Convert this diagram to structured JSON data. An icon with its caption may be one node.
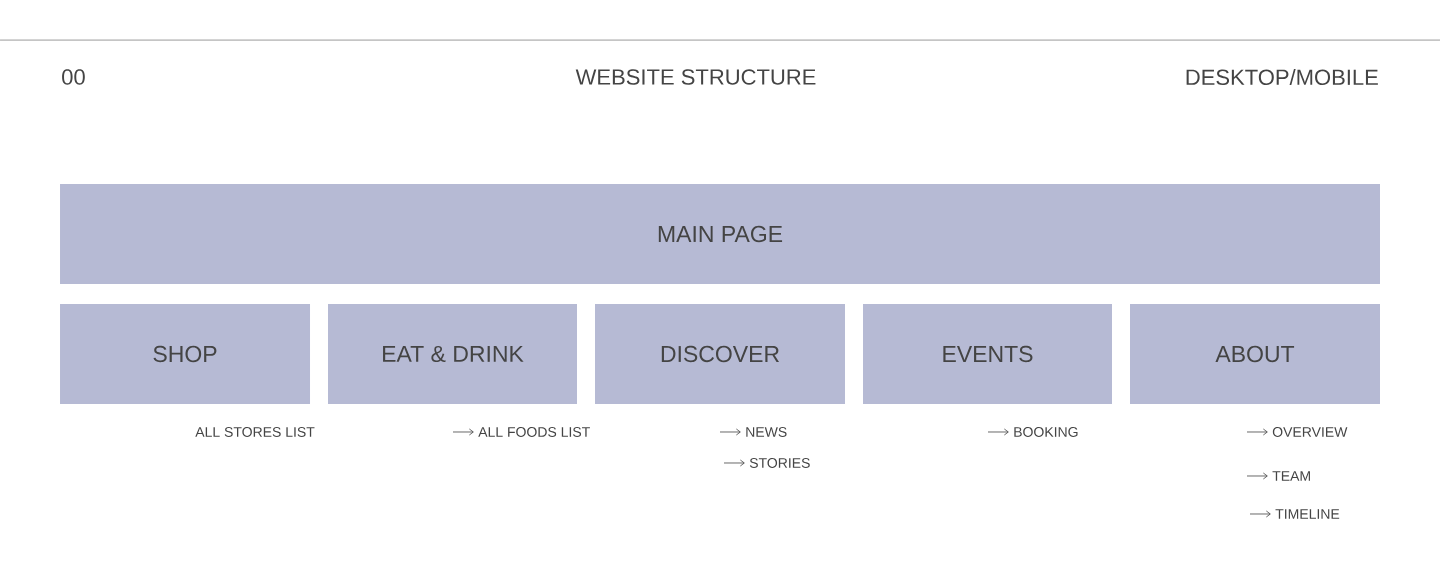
{
  "diagram": {
    "title": "WEBSITE STRUCTURE",
    "nodes": [
      {
        "text": [
          "MAIN PAGE"
        ]
      },
      {
        "text": [
          "SHOP"
        ]
      },
      {
        "text": [
          "EAT & DRINK"
        ]
      },
      {
        "text": [
          "DISCOVER"
        ]
      },
      {
        "text": [
          "EVENTS"
        ]
      },
      {
        "text": [
          "ABOUT"
        ]
      },
      {
        "text": [
          "ALL FOODS LIST"
        ]
      },
      {
        "text": [
          "NEWS"
        ]
      },
      {
        "text": [
          "STORIES"
        ]
      },
      {
        "text": [
          "BOOKING"
        ]
      },
      {
        "text": [
          "OVERVIEW"
        ]
      },
      {
        "text": [
          "TEAM"
        ]
      },
      {
        "text": [
          "TIMELINE"
        ]
      }
    ],
    "edges": [
      {
        "from": null,
        "to": 6,
        "arrow": "to"
      },
      {
        "from": null,
        "to": 7,
        "arrow": "to"
      },
      {
        "from": null,
        "to": 8,
        "arrow": "to"
      },
      {
        "from": null,
        "to": 9,
        "arrow": "to"
      },
      {
        "from": null,
        "to": 10,
        "arrow": "to"
      },
      {
        "from": null,
        "to": 11,
        "arrow": "to"
      },
      {
        "from": null,
        "to": 12,
        "arrow": "to"
      }
    ],
    "labels": [
      "00",
      "DESKTOP/MOBILE",
      "ALL STORES LIST"
    ]
  }
}
